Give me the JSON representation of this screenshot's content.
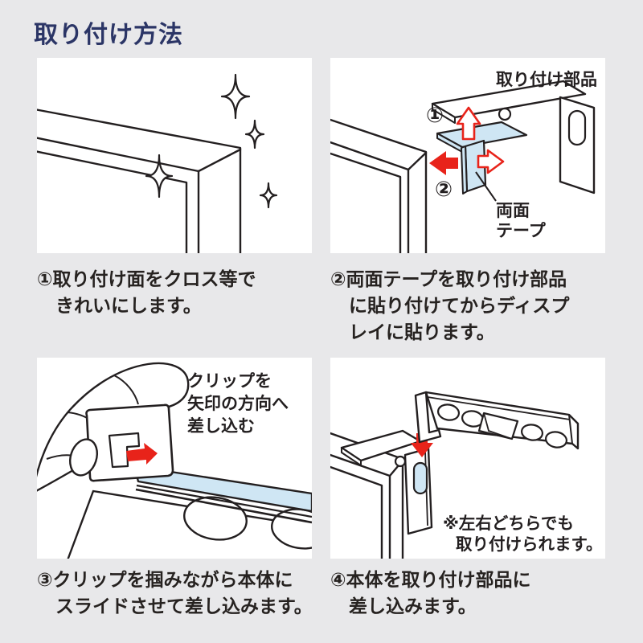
{
  "title": "取り付け方法",
  "colors": {
    "background": "#e8e8ea",
    "title": "#2b3566",
    "text": "#262220",
    "outline": "#231f20",
    "accent_red": "#e8231a",
    "tape_blue": "#cfe6f4",
    "panel": "#ffffff"
  },
  "steps": [
    {
      "caption_lines": [
        "①取り付け面をクロス等で",
        "きれいにします。"
      ]
    },
    {
      "caption_lines": [
        "②両面テープを取り付け部品",
        "に貼り付けてからディスプ",
        "レイに貼ります。"
      ],
      "labels": {
        "part_name": "取り付け部品",
        "step1_mark": "①",
        "step2_mark": "②",
        "tape_line1": "両面",
        "tape_line2": "テープ"
      }
    },
    {
      "caption_lines": [
        "③クリップを掴みながら本体に",
        "スライドさせて差し込みます。"
      ],
      "labels": {
        "hint_line1": "クリップを",
        "hint_line2": "矢印の方向へ",
        "hint_line3": "差し込む"
      }
    },
    {
      "caption_lines": [
        "④本体を取り付け部品に",
        "差し込みます。"
      ],
      "labels": {
        "note_line1": "※左右どちらでも",
        "note_line2": "取り付けられます。"
      }
    }
  ]
}
